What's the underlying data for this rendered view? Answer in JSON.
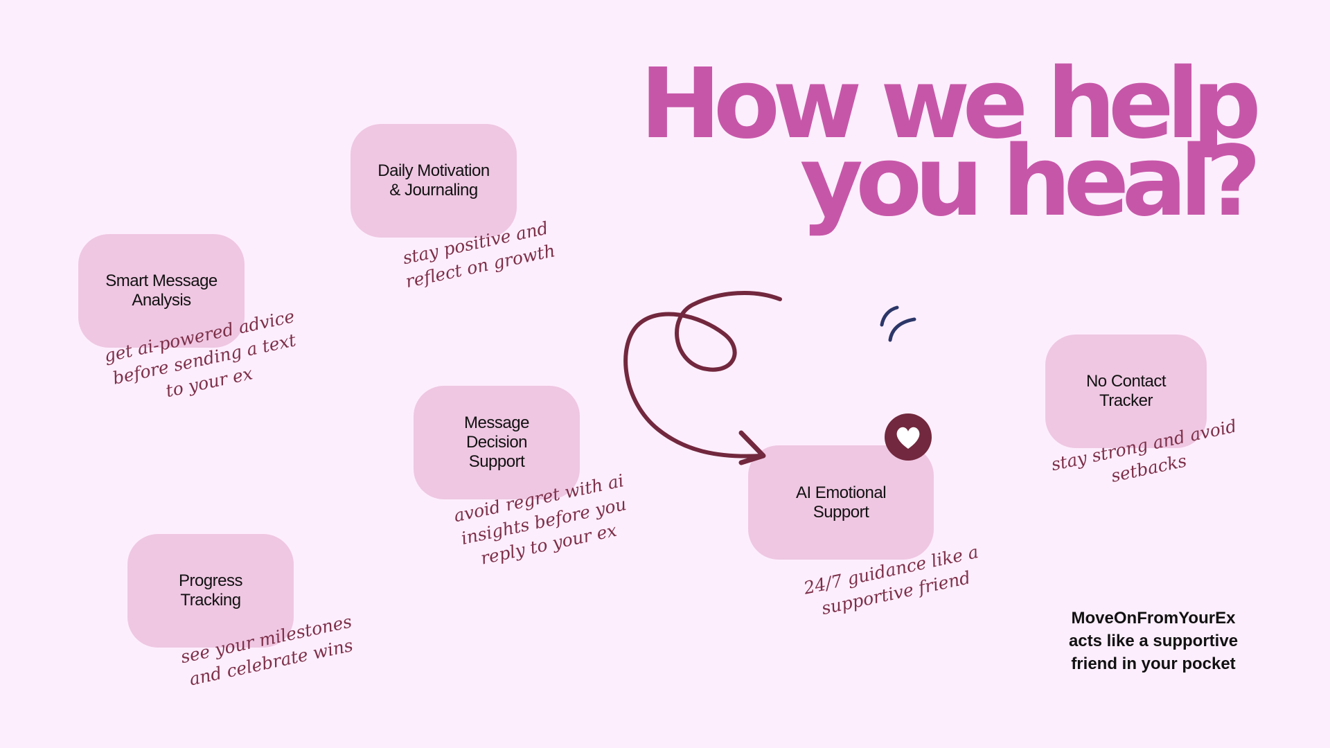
{
  "heading": {
    "line1": "How we help",
    "line2": "you heal?"
  },
  "features": [
    {
      "title": "Smart Message\nAnalysis",
      "note": "get ai-powered advice\nbefore sending a text\nto your ex"
    },
    {
      "title": "Daily Motivation\n& Journaling",
      "note": "stay positive and\nreflect on growth"
    },
    {
      "title": "Message\nDecision\nSupport",
      "note": "avoid regret with ai\ninsights before you\nreply to your ex"
    },
    {
      "title": "Progress\nTracking",
      "note": "see your milestones\nand celebrate wins"
    },
    {
      "title": "AI Emotional\nSupport",
      "note": "24/7 guidance like a\nsupportive friend"
    },
    {
      "title": "No Contact\nTracker",
      "note": "stay strong and avoid\nsetbacks"
    }
  ],
  "tagline": "MoveOnFromYourEx\nacts like a supportive\nfriend in your pocket",
  "icons": {
    "arrow": "loop-arrow-icon",
    "heart": "heart-badge-icon",
    "sparkle": "sparkle-lines-icon"
  },
  "colors": {
    "background": "#fdeefd",
    "heading": "#c657a8",
    "card": "#efc7e2",
    "note": "#7c2f48",
    "accent_dark": "#72283e",
    "sparkle": "#2c3768"
  }
}
